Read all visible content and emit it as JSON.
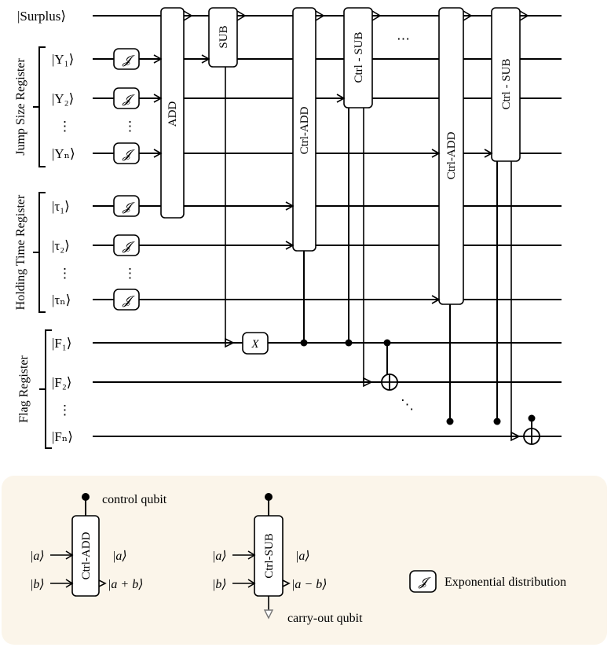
{
  "kets": {
    "surplus": "|Surplus⟩",
    "y1": "|Y₁⟩",
    "y2": "|Y₂⟩",
    "yn": "|Yₙ⟩",
    "t1": "|τ₁⟩",
    "t2": "|τ₂⟩",
    "tn": "|τₙ⟩",
    "f1": "|F₁⟩",
    "f2": "|F₂⟩",
    "fn": "|Fₙ⟩",
    "vdots": "⋮"
  },
  "registers": {
    "jump": "Jump Size Register",
    "holding": "Holding Time Register",
    "flag": "Flag Register"
  },
  "gates": {
    "j": "𝓙",
    "add": "ADD",
    "sub": "SUB",
    "ctrl_add": "Ctrl-ADD",
    "ctrl_sub": "Ctrl - SUB",
    "x": "X",
    "hdots": "⋯",
    "ddots": "⋱"
  },
  "legend": {
    "control_qubit": "control qubit",
    "carry_out_qubit": "carry-out qubit",
    "a_in": "|a⟩",
    "b_in": "|b⟩",
    "a_out": "|a⟩",
    "a_plus_b": "|a + b⟩",
    "a_minus_b": "|a − b⟩",
    "ctrl_add": "Ctrl-ADD",
    "ctrl_sub": "Ctrl-SUB",
    "j_symbol": "𝓙",
    "exponential": "Exponential distribution",
    "background": "#fbf5ea"
  }
}
